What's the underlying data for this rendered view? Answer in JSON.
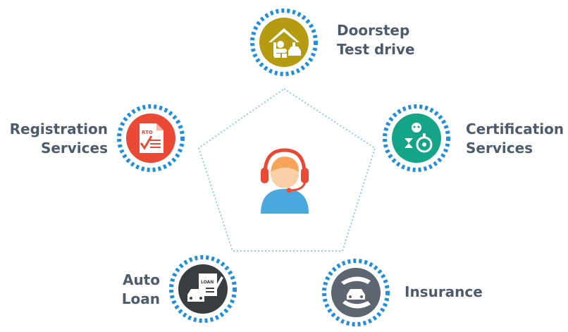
{
  "colors": {
    "ring": "#1e8fdc",
    "connector": "#8cc8ee",
    "label_text": "#4d5b6a",
    "doorstep_fill": "#b59b12",
    "registration_fill": "#ea4a35",
    "certification_fill": "#13a585",
    "loan_fill": "#3a3d40",
    "insurance_fill": "#5d6570",
    "agent_headset": "#ea4a35",
    "agent_body": "#4aa8de",
    "agent_face": "#f7d0a7",
    "agent_hair": "#f5a45a"
  },
  "center": {
    "icon": "customer-support-agent-icon"
  },
  "services": [
    {
      "id": "doorstep",
      "icon": "house-car-icon",
      "lines": [
        "Doorstep",
        "Test drive"
      ]
    },
    {
      "id": "registration",
      "icon": "rto-document-icon",
      "badge": "RTO",
      "lines": [
        "Registration",
        "Services"
      ]
    },
    {
      "id": "certification",
      "icon": "inspection-certification-icon",
      "lines": [
        "Certification",
        "Services"
      ]
    },
    {
      "id": "loan",
      "icon": "loan-document-car-icon",
      "badge": "LOAN",
      "lines": [
        "Auto",
        "Loan"
      ]
    },
    {
      "id": "insurance",
      "icon": "hands-protecting-car-icon",
      "lines": [
        "Insurance"
      ]
    }
  ]
}
